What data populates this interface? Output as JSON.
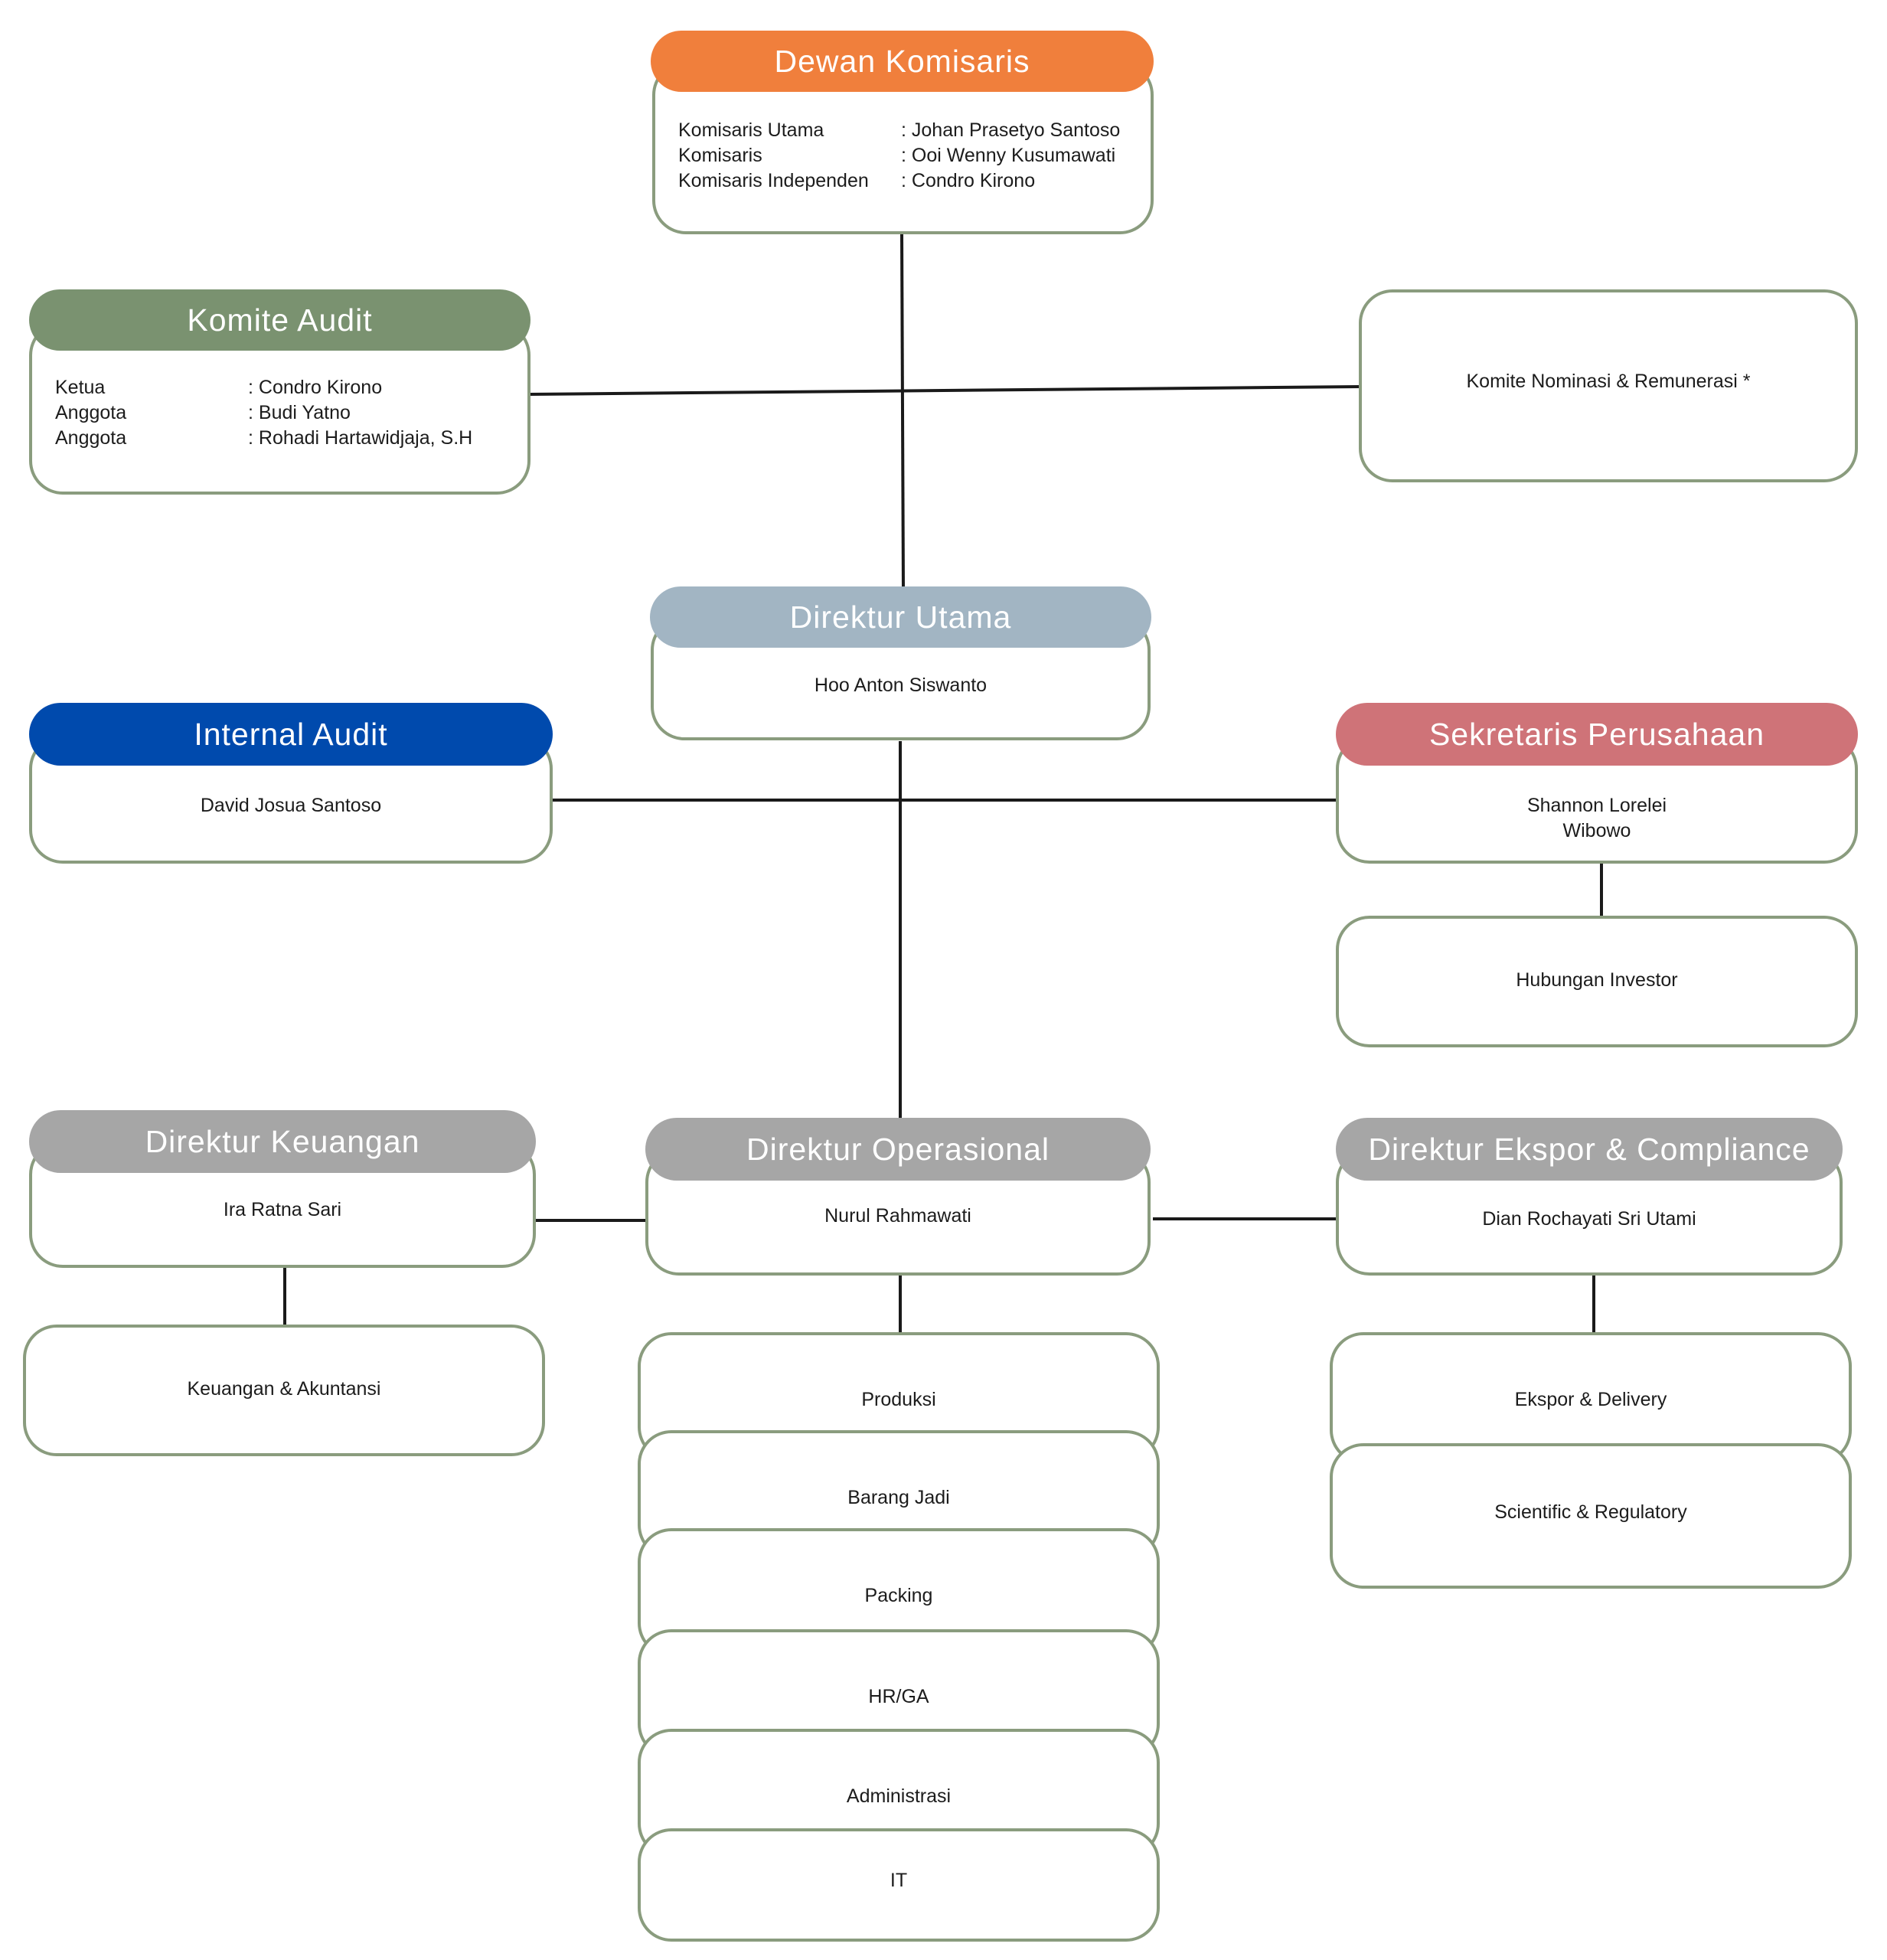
{
  "colors": {
    "border": "#8a9c7e",
    "line": "#1a1a1a",
    "dewan_komisaris": "#f07f3c",
    "komite_audit": "#7a9270",
    "direktur_utama": "#a2b5c3",
    "internal_audit": "#004aad",
    "sekretaris_perusahaan": "#cf7378",
    "direktur_keuangan": "#a6a6a6",
    "direktur_operasional": "#a6a6a6",
    "direktur_ekspor": "#a6a6a6"
  },
  "dewan_komisaris": {
    "title": "Dewan Komisaris",
    "rows": [
      {
        "role": "Komisaris Utama",
        "name": ": Johan Prasetyo Santoso"
      },
      {
        "role": "Komisaris",
        "name": ": Ooi Wenny Kusumawati"
      },
      {
        "role": "Komisaris Independen",
        "name": ": Condro Kirono"
      }
    ]
  },
  "komite_audit": {
    "title": "Komite Audit",
    "rows": [
      {
        "role": "Ketua",
        "name": ": Condro Kirono"
      },
      {
        "role": "Anggota",
        "name": ": Budi Yatno"
      },
      {
        "role": "Anggota",
        "name": ": Rohadi Hartawidjaja, S.H"
      }
    ]
  },
  "komite_nominasi": {
    "label": "Komite Nominasi & Remunerasi *"
  },
  "direktur_utama": {
    "title": "Direktur Utama",
    "name": "Hoo Anton Siswanto"
  },
  "internal_audit": {
    "title": "Internal Audit",
    "name": "David Josua Santoso"
  },
  "sekretaris_perusahaan": {
    "title": "Sekretaris Perusahaan",
    "name_line1": "Shannon Lorelei",
    "name_line2": "Wibowo"
  },
  "hubungan_investor": {
    "label": "Hubungan Investor"
  },
  "direktur_keuangan": {
    "title": "Direktur Keuangan",
    "name": "Ira Ratna Sari"
  },
  "keuangan_akuntansi": {
    "label": "Keuangan & Akuntansi"
  },
  "direktur_operasional": {
    "title": "Direktur Operasional",
    "name": "Nurul Rahmawati",
    "units": [
      "Produksi",
      "Barang Jadi",
      "Packing",
      "HR/GA",
      "Administrasi",
      "IT"
    ]
  },
  "direktur_ekspor": {
    "title": "Direktur Ekspor & Compliance",
    "name": "Dian Rochayati Sri Utami",
    "units": [
      "Ekspor & Delivery",
      "Scientific & Regulatory"
    ]
  }
}
